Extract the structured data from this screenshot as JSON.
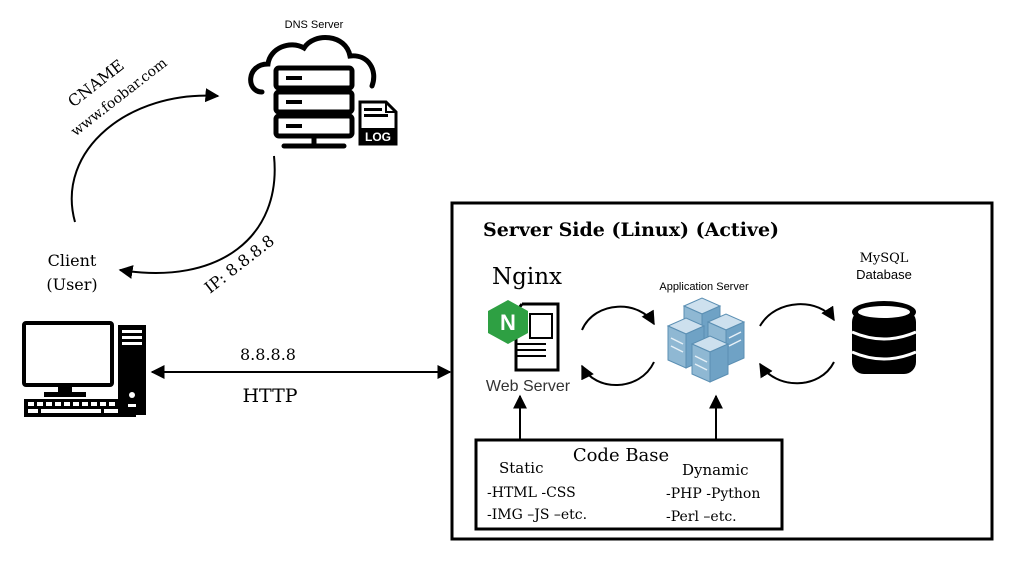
{
  "dns": {
    "label": "DNS Server",
    "log_badge": "LOG"
  },
  "cname": {
    "line1": "CNAME",
    "line2": "www.foobar.com"
  },
  "ip_response": "IP: 8.8.8.8",
  "client": {
    "line1": "Client",
    "line2": "(User)"
  },
  "connection": {
    "ip": "8.8.8.8",
    "protocol": "HTTP"
  },
  "server_side": {
    "title": "Server Side (Linux) (Active)",
    "nginx_title": "Nginx",
    "nginx_logo_letter": "N",
    "web_server_label": "Web Server",
    "app_server_label": "Application Server",
    "db_label_line1": "MySQL",
    "db_label_line2": "Database"
  },
  "code_base": {
    "title": "Code Base",
    "static": {
      "heading": "Static",
      "line1": "-HTML -CSS",
      "line2": "-IMG –JS –etc."
    },
    "dynamic": {
      "heading": "Dynamic",
      "line1": "-PHP -Python",
      "line2": "-Perl –etc."
    }
  },
  "colors": {
    "stroke": "#000000",
    "nginx_green": "#2ea043",
    "server_blue": "#8fb8d3",
    "server_blue_dark": "#5b8fb3"
  }
}
